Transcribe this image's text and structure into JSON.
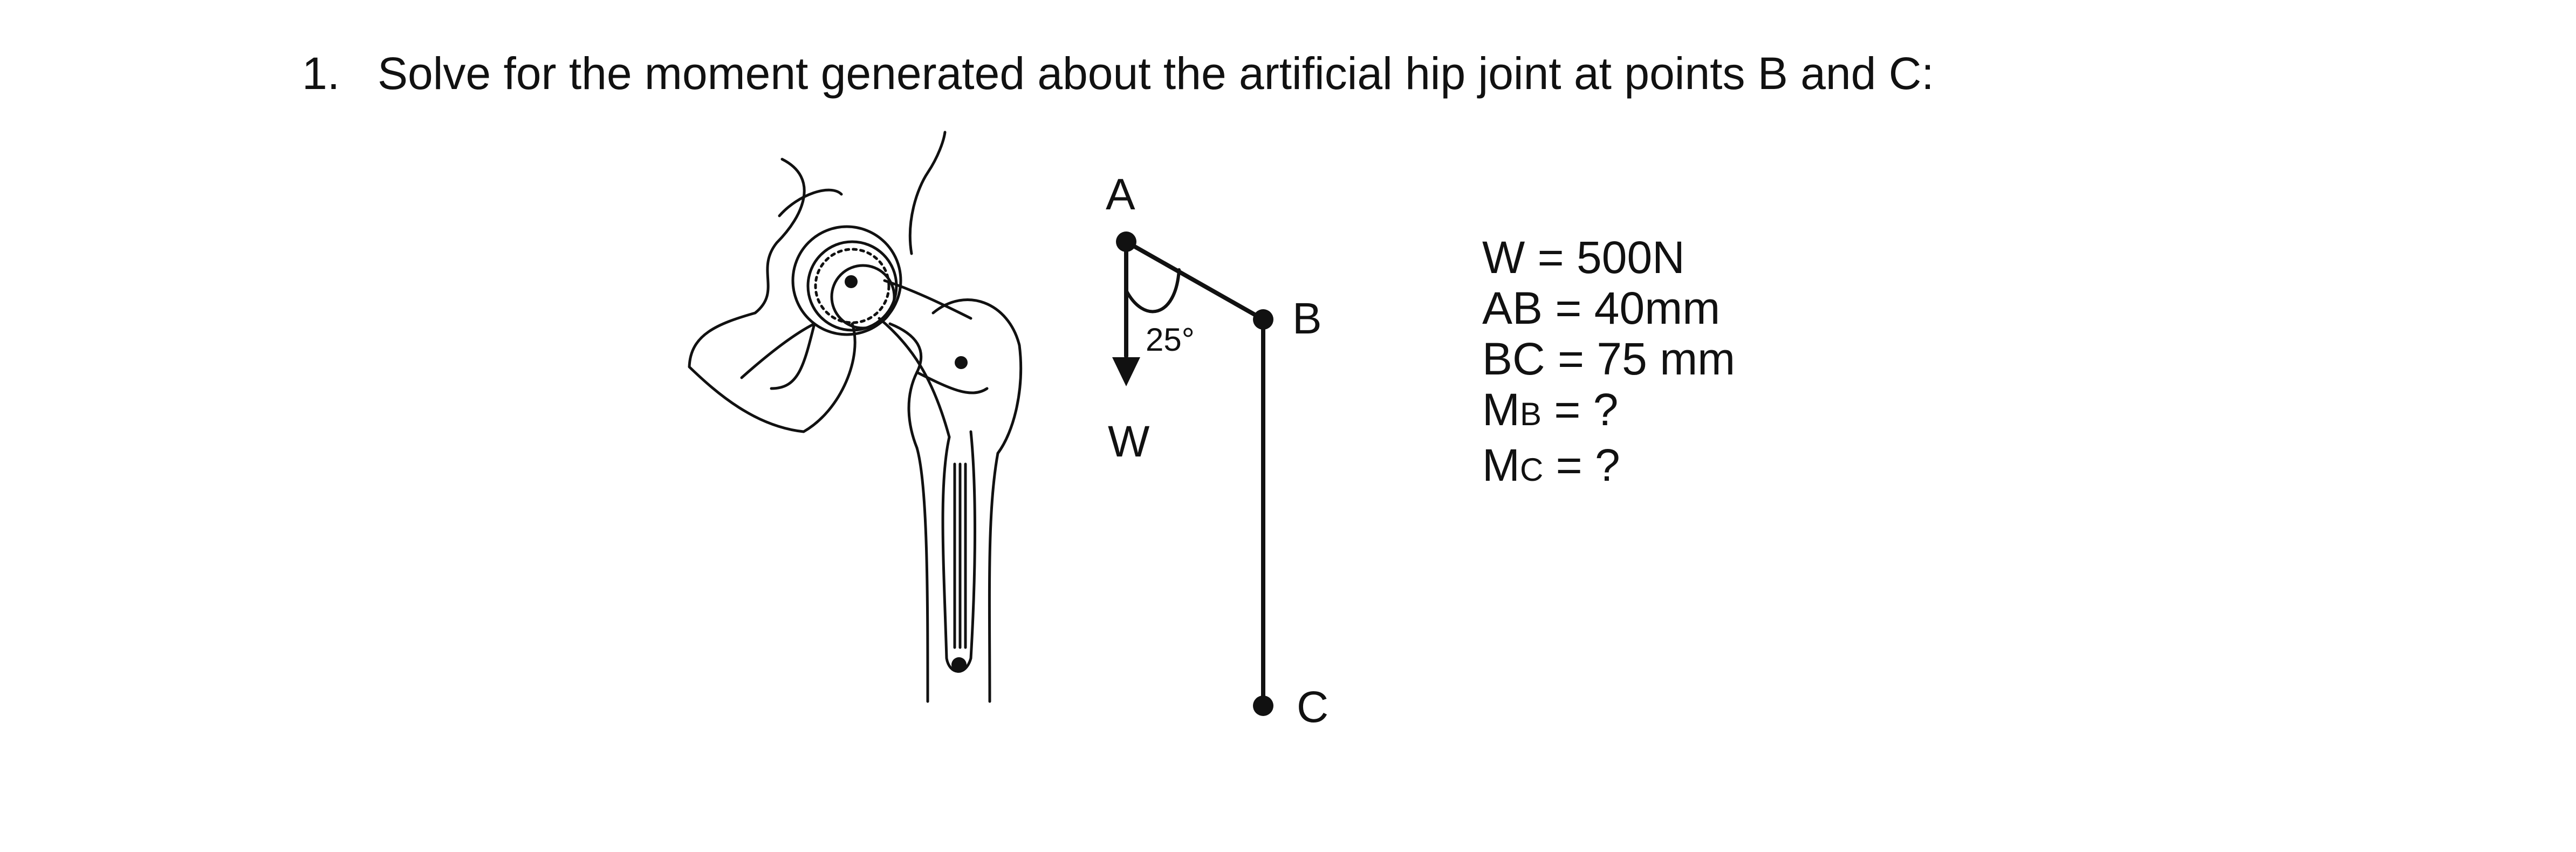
{
  "question": {
    "number": "1.",
    "text": "Solve for the moment generated about the artificial hip joint at points B and C:"
  },
  "diagram": {
    "labels": {
      "a": "A",
      "b": "B",
      "c": "C",
      "w": "W"
    },
    "angle": "25°"
  },
  "givens": [
    {
      "main": "W = 500N"
    },
    {
      "main": "AB = 40mm"
    },
    {
      "main": "BC = 75 mm"
    },
    {
      "sym": "M",
      "sub": "B",
      "rest": " = ?"
    },
    {
      "sym": "M",
      "sub": "C",
      "rest": " = ?"
    }
  ],
  "colors": {
    "ink": "#111111",
    "background": "#ffffff"
  }
}
